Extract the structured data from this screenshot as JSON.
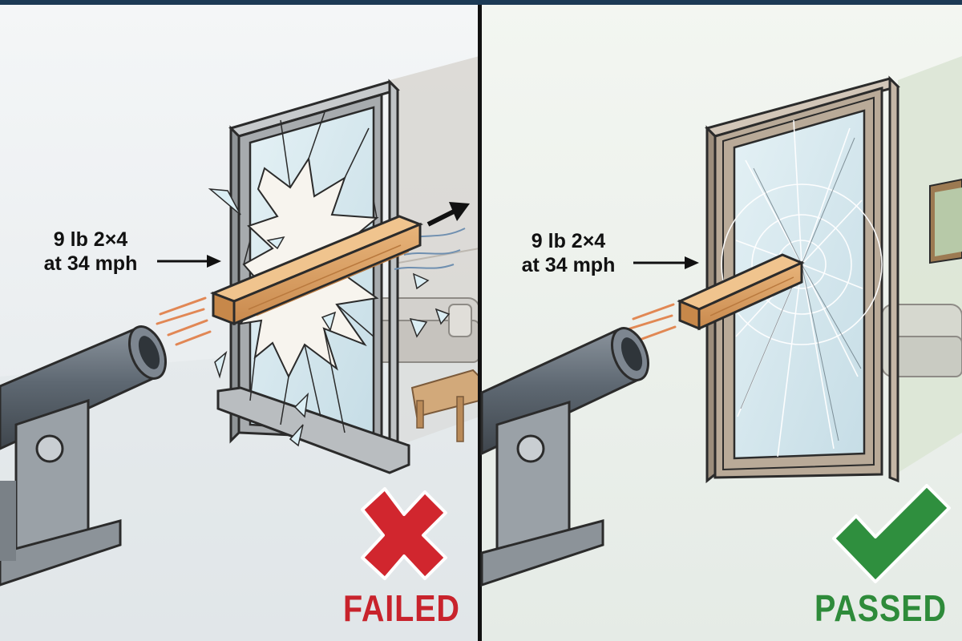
{
  "panels": [
    {
      "id": "failed",
      "projectile_line1": "9 lb 2×4",
      "projectile_line2": "at 34 mph",
      "result": "FAILED",
      "result_color": "#c8232c",
      "icon": "x-mark-icon"
    },
    {
      "id": "passed",
      "projectile_line1": "9 lb 2×4",
      "projectile_line2": "at 34 mph",
      "result": "PASSED",
      "result_color": "#2e8b3a",
      "icon": "check-mark-icon"
    }
  ],
  "colors": {
    "top_bar": "#1c3a55",
    "left_background": "#e7ecef",
    "right_background": "#eef3ec",
    "cannon": "#5b6570",
    "lumber": "#d9a066",
    "glass": "#cfe6ee",
    "frame": "#a7abae",
    "frame_right": "#b9aa98"
  }
}
